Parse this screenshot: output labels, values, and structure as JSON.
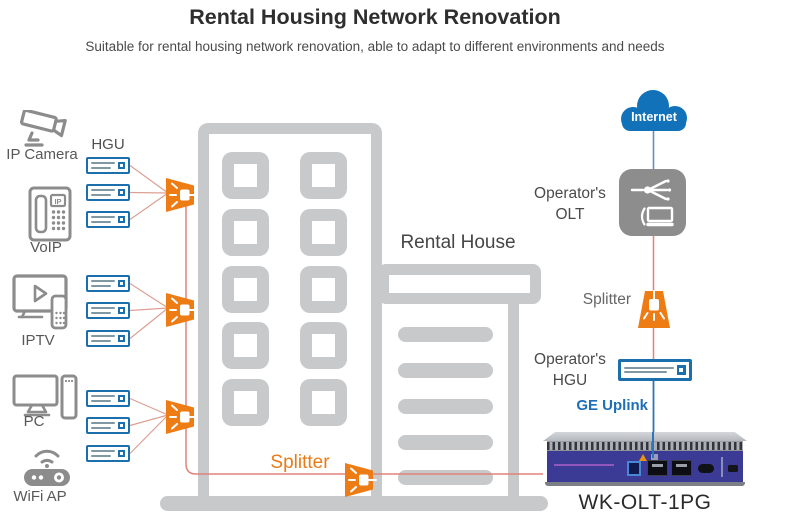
{
  "header": {
    "title": "Rental Housing Network Renovation",
    "subtitle": "Suitable for rental housing network renovation, able to adapt to different environments and needs"
  },
  "left_devices": [
    {
      "label": "IP Camera",
      "icon": "ip-camera-icon"
    },
    {
      "label": "VoIP",
      "icon": "voip-phone-icon"
    },
    {
      "label": "IPTV",
      "icon": "iptv-icon"
    },
    {
      "label": "PC",
      "icon": "pc-icon"
    },
    {
      "label": "WiFi AP",
      "icon": "wifi-ap-icon"
    }
  ],
  "labels": {
    "hgu": "HGU",
    "voip_screen": "IP"
  },
  "building": {
    "label": "Rental House",
    "splitter_label": "Splitter",
    "windows_rows": 5,
    "windows_cols": 2,
    "hgu_groups": 3,
    "hgu_units_per_group": 3
  },
  "right_column": {
    "internet": "Internet",
    "operators_olt": {
      "line1": "Operator's",
      "line2": "OLT"
    },
    "splitter_label": "Splitter",
    "operators_hgu": {
      "line1": "Operator's",
      "line2": "HGU"
    },
    "ge_uplink": "GE Uplink",
    "device_model": "WK-OLT-1PG"
  },
  "colors": {
    "accent_orange": "#ED7C15",
    "hgu_border_blue": "#1B6FAD",
    "cloud_blue": "#1272B9",
    "uplink_blue": "#2E74B8",
    "fiber_line_salmon": "#E0837A",
    "building_gray": "#C8C9CA",
    "icon_gray": "#8C8C8C",
    "olt_box_gray": "#8D8D8D",
    "device_panel_purple": "#3B3A95"
  }
}
